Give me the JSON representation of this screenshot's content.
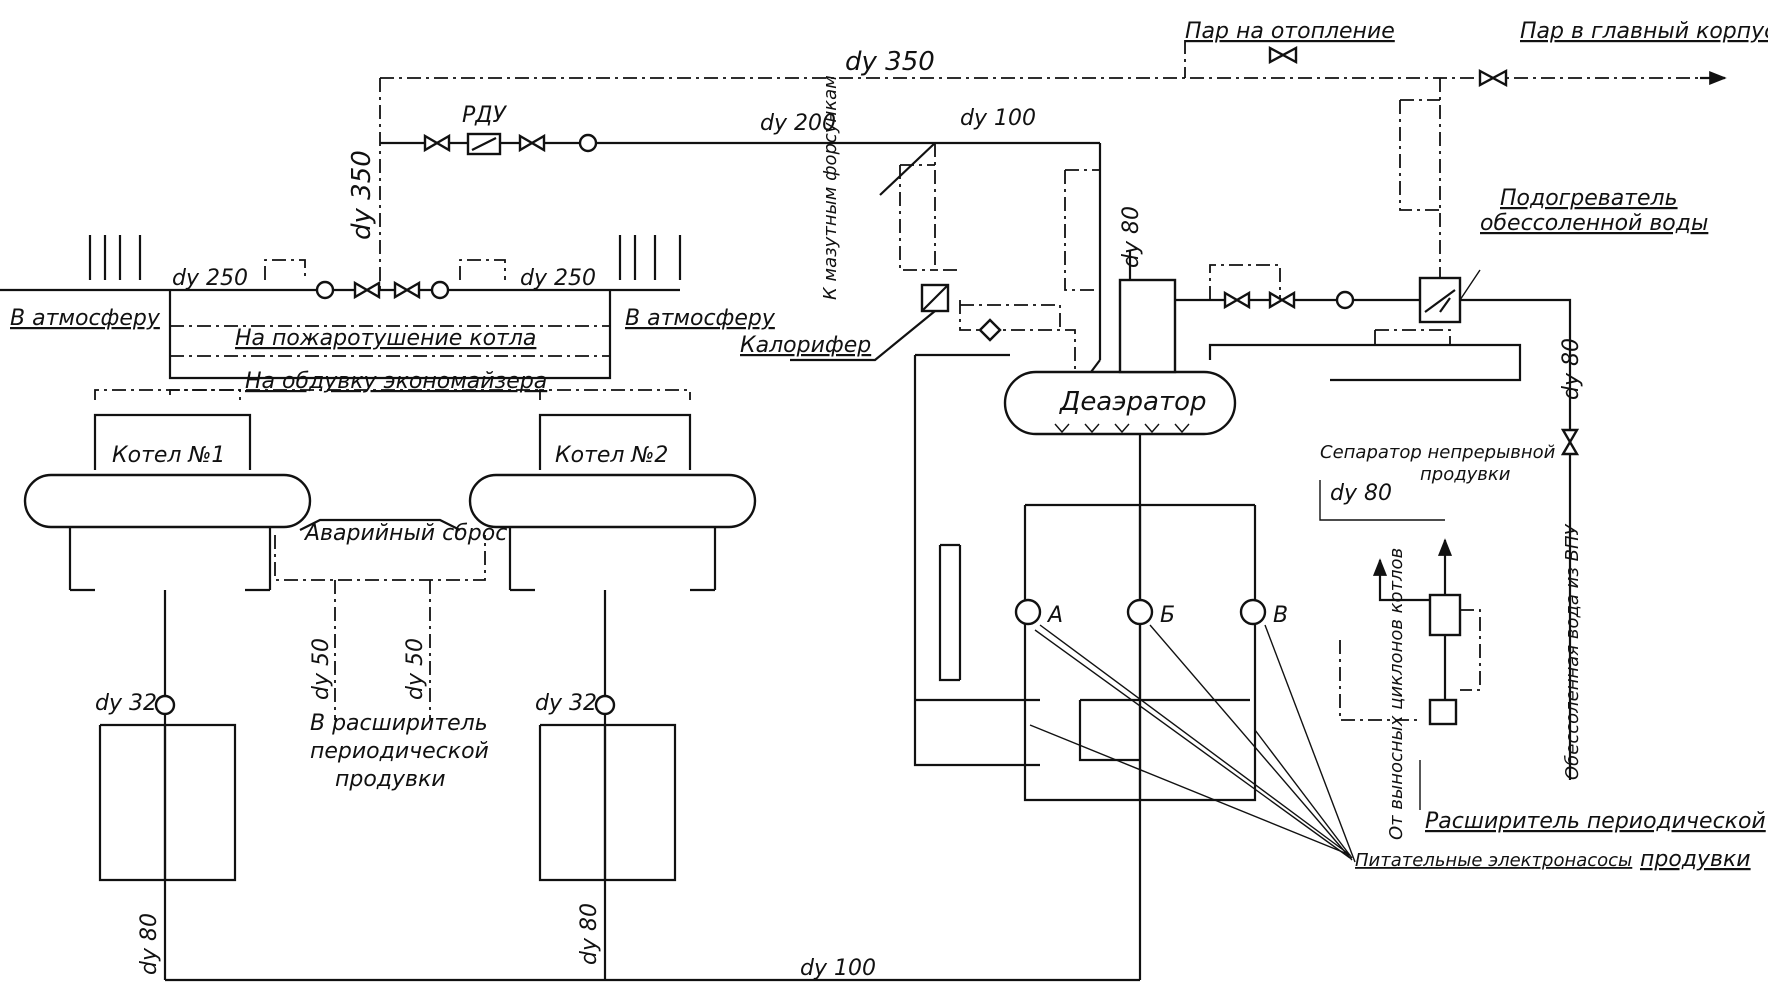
{
  "labels": {
    "steam_heating": "Пар на отопление",
    "steam_main_building": "Пар в главный корпус",
    "dy350_top": "dy 350",
    "dy350_vert": "dy 350",
    "rdu": "РДУ",
    "dy200": "dy 200",
    "dy100_top": "dy 100",
    "to_fuel_burners": "К мазутным форсункам",
    "heater_demin_1": "Подогреватель",
    "heater_demin_2": "обессоленной воды",
    "dy80_deaerator": "dy 80",
    "dy250_left": "dy 250",
    "dy250_right": "dy 250",
    "to_atm_left": "В атмосферу",
    "to_atm_right": "В атмосферу",
    "fire_fighting": "На пожаротушение котла",
    "economizer_blow": "На обдувку экономайзера",
    "calorifer": "Калорифер",
    "deaerator": "Деаэратор",
    "boiler1": "Котел №1",
    "boiler2": "Котел №2",
    "emergency_discharge": "Аварийный сброс",
    "separator_1": "Сепаратор непрерывной",
    "separator_2": "продувки",
    "dy80_separator": "dy 80",
    "dy80_right": "dy 80",
    "demin_water": "Обессоленная вода из ВПУ",
    "dy50_a": "dy 50",
    "dy50_b": "dy 50",
    "to_expander_1": "В расширитель",
    "to_expander_2": "периодической",
    "to_expander_3": "продувки",
    "dy32_left": "dy 32",
    "dy32_right": "dy 32",
    "pump_a": "А",
    "pump_b": "Б",
    "pump_c": "В",
    "from_boilers": "От выносных циклонов котлов",
    "expander_periodic": "Расширитель периодической",
    "feed_pumps": "Питательные электронасосы",
    "blowdown": "продувки",
    "dy80_bottom_left": "dy 80",
    "dy80_bottom_mid": "dy 80",
    "dy100_bottom": "dy 100"
  }
}
